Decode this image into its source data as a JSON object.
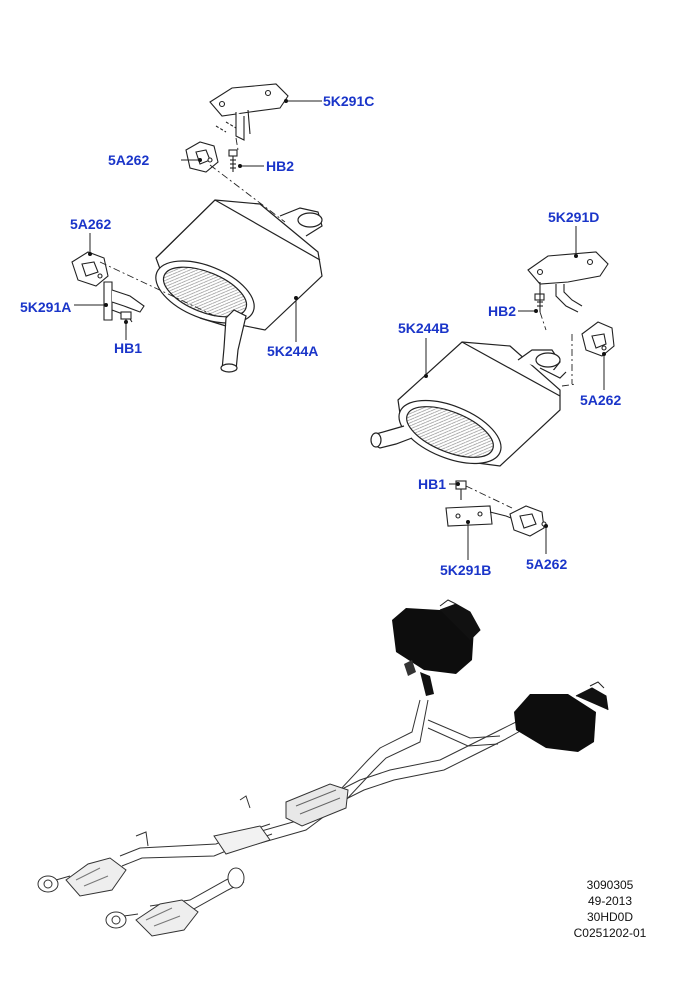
{
  "diagram": {
    "label_color": "#1a35c9",
    "line_color": "#222222",
    "callouts": {
      "bracket_5K291C": "5K291C",
      "insulator_5A262_top": "5A262",
      "bolt_HB2_top": "HB2",
      "insulator_5A262_left": "5A262",
      "bracket_5K291A": "5K291A",
      "bolt_HB1_left": "HB1",
      "muffler_5K244A": "5K244A",
      "bracket_5K291D": "5K291D",
      "bolt_HB2_right": "HB2",
      "muffler_5K244B": "5K244B",
      "insulator_5A262_right": "5A262",
      "bolt_HB1_right": "HB1",
      "bracket_5K291B": "5K291B",
      "insulator_5A262_bottom": "5A262"
    },
    "reference": {
      "line1": "3090305",
      "line2": "49-2013",
      "line3": "30HD0D",
      "line4": "C0251202-01"
    }
  }
}
